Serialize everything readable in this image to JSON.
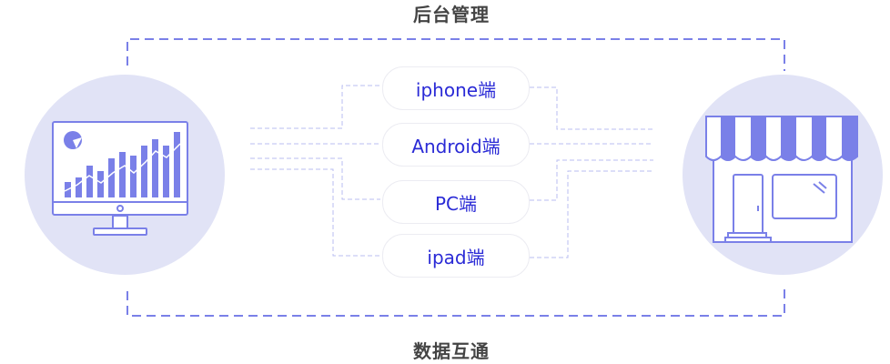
{
  "diagram": {
    "top_label": "后台管理",
    "bottom_label": "数据互通",
    "left_node": {
      "icon": "monitor-chart-icon",
      "label": ""
    },
    "right_node": {
      "icon": "storefront-icon",
      "label": ""
    },
    "platforms": [
      {
        "label": "iphone端"
      },
      {
        "label": "Android端"
      },
      {
        "label": "PC端"
      },
      {
        "label": "ipad端"
      }
    ],
    "colors": {
      "accent": "#7a80e8",
      "circle_bg": "#e1e3f6",
      "text_label": "#444444",
      "platform_text": "#2a2ad6",
      "connector": "#b8bef2"
    }
  }
}
